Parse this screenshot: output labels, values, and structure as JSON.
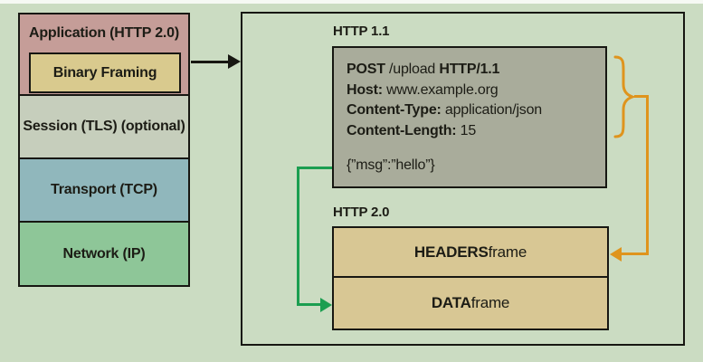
{
  "figure": {
    "description_hint": "HTTP/2 binary framing diagram"
  },
  "stack": {
    "application_label": "Application (HTTP 2.0)",
    "binary_framing_label": "Binary Framing",
    "session_label": "Session (TLS) (optional)",
    "transport_label": "Transport (TCP)",
    "network_label": "Network (IP)"
  },
  "panel": {
    "http11_label": "HTTP 1.1",
    "http20_label": "HTTP 2.0",
    "request_lines": [
      {
        "segments": [
          {
            "text": "POST",
            "bold": true
          },
          {
            "text": " /upload ",
            "bold": false
          },
          {
            "text": "HTTP/1.1",
            "bold": true
          }
        ]
      },
      {
        "segments": [
          {
            "text": "Host:",
            "bold": true
          },
          {
            "text": " www.example.org",
            "bold": false
          }
        ]
      },
      {
        "segments": [
          {
            "text": "Content-Type:",
            "bold": true
          },
          {
            "text": " application/json",
            "bold": false
          }
        ]
      },
      {
        "segments": [
          {
            "text": "Content-Length:",
            "bold": true
          },
          {
            "text": " 15",
            "bold": false
          }
        ]
      }
    ],
    "request_body": "{”msg”:”hello”}",
    "headers_frame": {
      "bold": "HEADERS",
      "rest": " frame"
    },
    "data_frame": {
      "bold": "DATA",
      "rest": " frame"
    }
  },
  "colors": {
    "background": "#cbdcc2",
    "application_layer": "#c59d98",
    "binary_framing_box": "#d9ca8e",
    "session_layer": "#c6cebc",
    "transport_layer": "#90b7bc",
    "network_layer": "#8ec698",
    "request_box": "#a9ac9b",
    "frame_box": "#d8c794",
    "headers_connector": "#df941d",
    "data_connector": "#1b9e50",
    "border": "#171712"
  }
}
